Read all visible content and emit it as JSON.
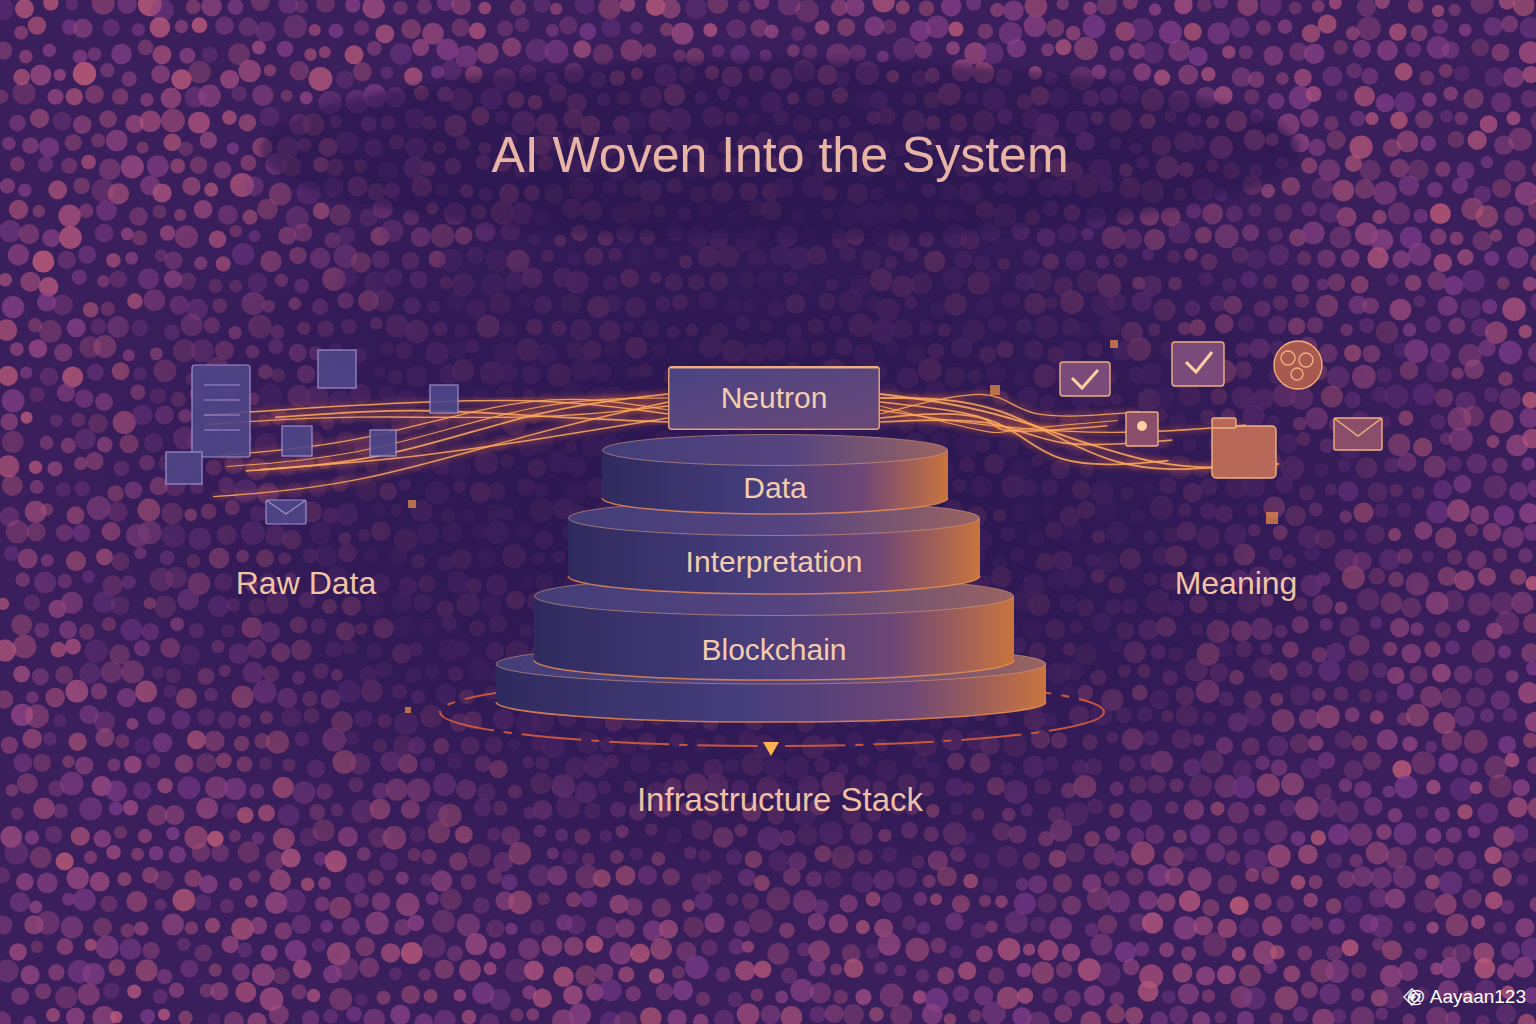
{
  "diagram": {
    "title": "AI Woven Into the System",
    "nodes": [
      {
        "text": [
          "Neutron"
        ]
      },
      {
        "text": [
          "Data"
        ]
      },
      {
        "text": [
          "Interpretation"
        ]
      },
      {
        "text": [
          "Blockchain"
        ]
      }
    ],
    "labels": [
      "Raw Data",
      "Meaning",
      "Infrastructure Stack",
      "@ Aayaan123"
    ]
  }
}
